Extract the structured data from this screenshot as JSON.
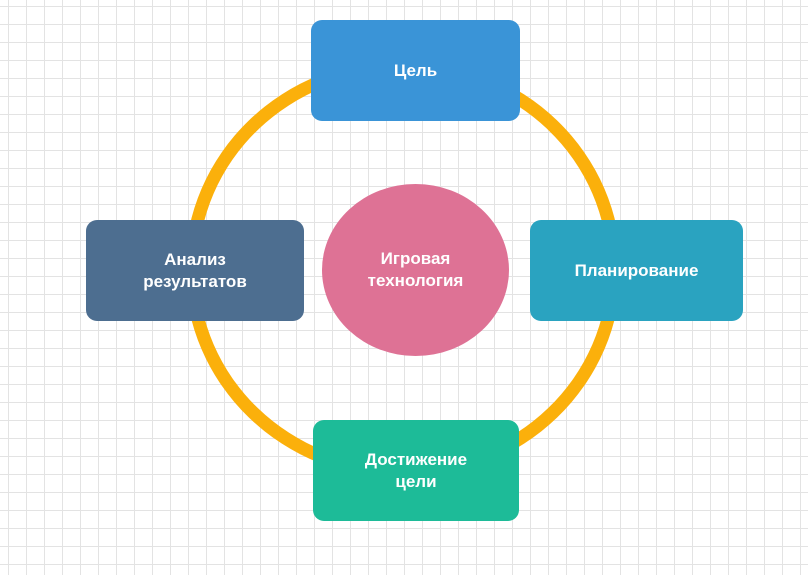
{
  "diagram": {
    "center_label": "Игровая\nтехнология",
    "nodes": {
      "top": "Цель",
      "right": "Планирование",
      "bottom": "Достижение\nцели",
      "left": "Анализ\nрезультатов"
    }
  },
  "colors": {
    "ring": "#fbb00b",
    "top": "#3a94d7",
    "right": "#2aa3c0",
    "bottom": "#1dbb98",
    "left": "#4d6e90",
    "center": "#de7295"
  }
}
